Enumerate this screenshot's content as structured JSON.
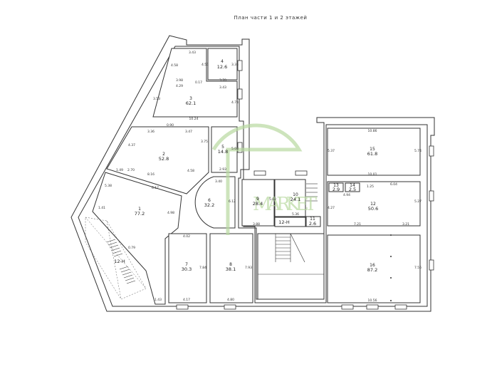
{
  "title": "План части 1 и 2 этажей",
  "watermark": "MARKET",
  "rooms": [
    {
      "num": "1",
      "area": "77.2"
    },
    {
      "num": "2",
      "area": "52.8"
    },
    {
      "num": "3",
      "area": "62.1"
    },
    {
      "num": "4",
      "area": "12.6"
    },
    {
      "num": "5",
      "area": "14.8"
    },
    {
      "num": "6",
      "area": "32.2"
    },
    {
      "num": "7",
      "area": "30.3"
    },
    {
      "num": "8",
      "area": "38.1"
    },
    {
      "num": "9",
      "area": "28.4"
    },
    {
      "num": "10",
      "area": "24.1"
    },
    {
      "num": "11",
      "area": "2.6"
    },
    {
      "num": "12",
      "area": "50.6"
    },
    {
      "num": "13",
      "area": "2.9"
    },
    {
      "num": "14",
      "area": "2.5"
    },
    {
      "num": "15",
      "area": "61.8"
    },
    {
      "num": "16",
      "area": "87.2"
    }
  ],
  "stairs": [
    "12-Н",
    "12-Н"
  ],
  "dims": [
    "3.43",
    "4.51",
    "3.35",
    "3.98",
    "4.29",
    "0.17",
    "3.70",
    "3.43",
    "4.58",
    "3.53",
    "4.74",
    "10.24",
    "0.90",
    "3.36",
    "3.47",
    "3.75",
    "5.08",
    "4.37",
    "2.93",
    "3.40",
    "1.49",
    "2.70",
    "8.16",
    "6.17",
    "5.38",
    "1.41",
    "4.98",
    "4.58",
    "6.12",
    "4.02",
    "7.84",
    "4.17",
    "4.80",
    "7.93",
    "1.43",
    "0.79",
    "3.88",
    "5.36",
    "5.02",
    "10.86",
    "5.37",
    "5.74",
    "10.01",
    "6.04",
    "4.94",
    "1.25",
    "4.27",
    "5.27",
    "7.21",
    "3.21",
    "7.56",
    "10.56"
  ]
}
